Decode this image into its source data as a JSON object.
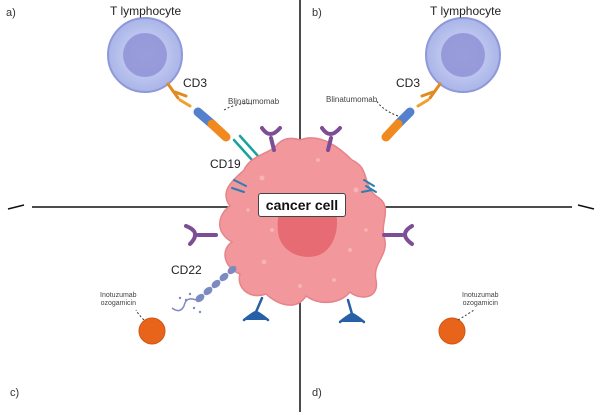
{
  "quadrants": {
    "a": "a)",
    "b": "b)",
    "c": "c)",
    "d": "d)"
  },
  "labels": {
    "t_lymphocyte": "T lymphocyte",
    "cd3": "CD3",
    "blinatumomab": "Blinatumomab",
    "cd19": "CD19",
    "cancer_cell": "cancer cell",
    "cd22": "CD22",
    "inotuzumab_line1": "Inotuzumab",
    "inotuzumab_line2": "ozogamicin"
  },
  "colors": {
    "t_cell_outer": "#b9c3ec",
    "t_cell_nucleus": "#8f92d6",
    "cancer_cell": "#f2979c",
    "cancer_nucleus": "#e4666e",
    "cd3": "#f0a030",
    "blinatumomab_blue": "#5580cc",
    "blinatumomab_orange": "#f08a20",
    "cd19": "#1aa39a",
    "purple_receptor": "#7d4d96",
    "blue_receptor": "#2860a8",
    "cd22": "#7d8ac0",
    "inotuzumab": "#e8641a"
  }
}
